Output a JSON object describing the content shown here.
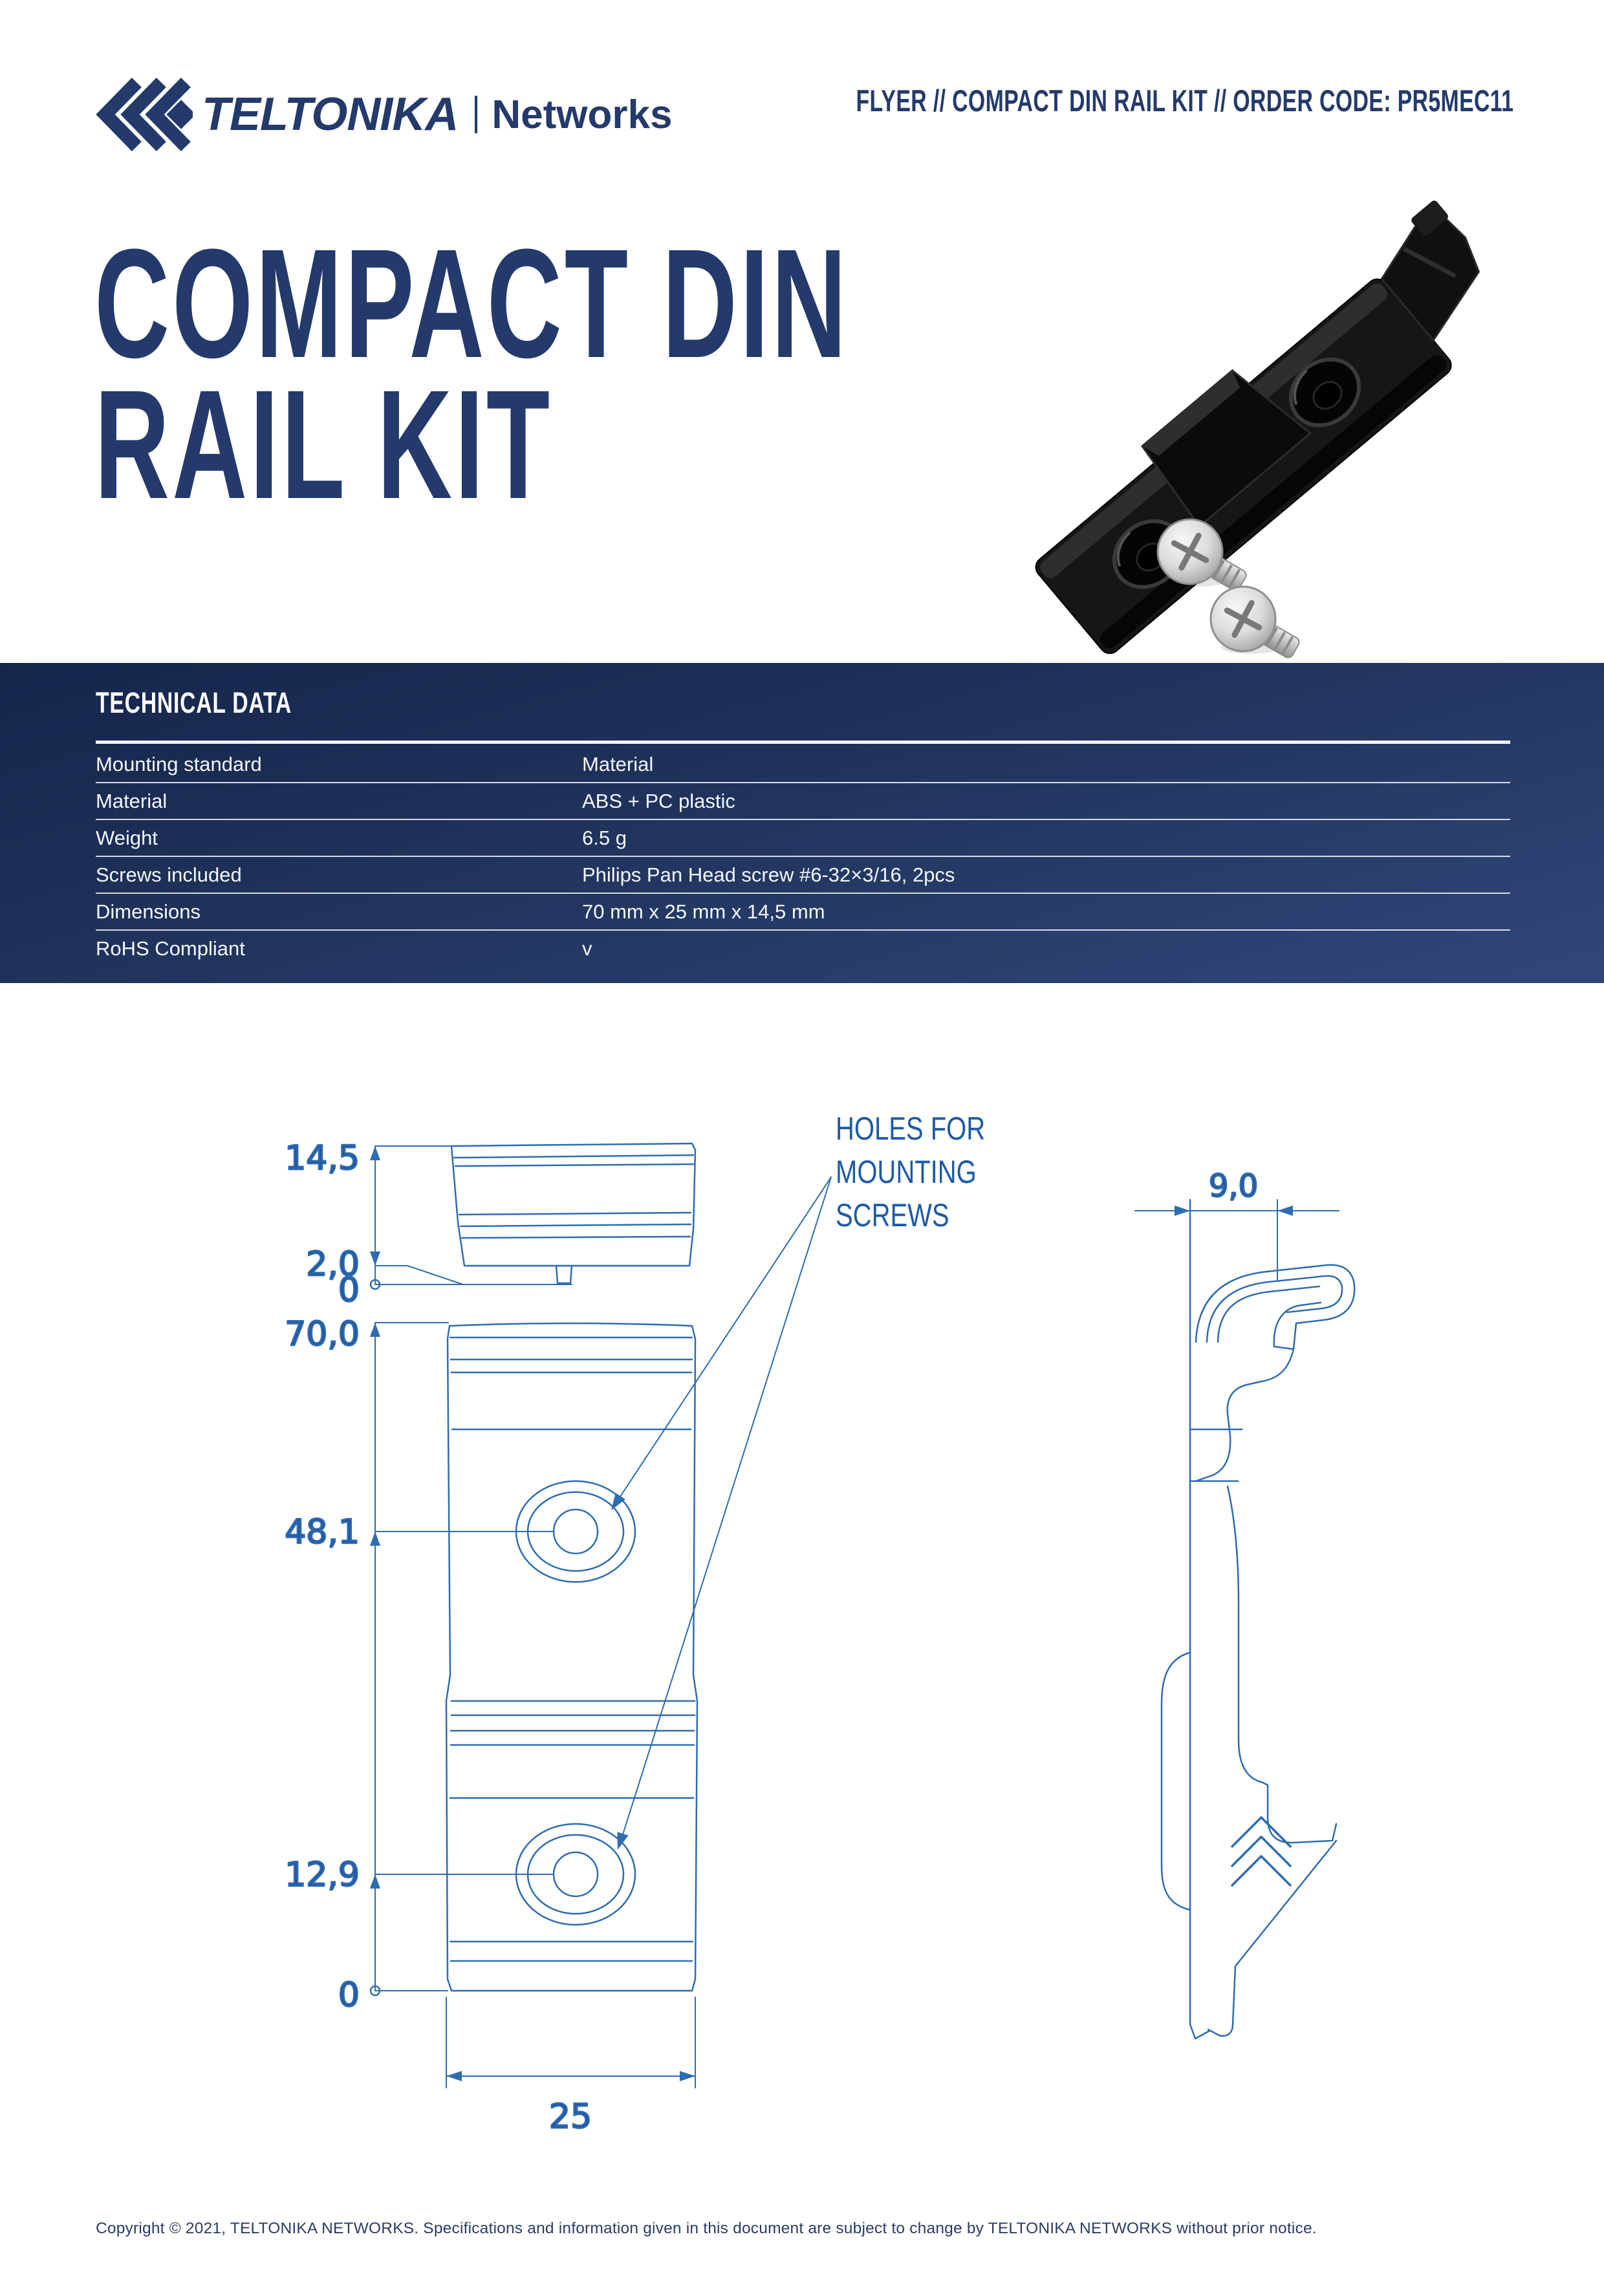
{
  "header": {
    "brand": {
      "name": "TELTONIKA",
      "separator": "|",
      "division": "Networks"
    },
    "doc_label": "FLYER // COMPACT DIN RAIL KIT // ORDER CODE: PR5MEC11"
  },
  "hero": {
    "title_line1": "COMPACT DIN",
    "title_line2": "RAIL KIT",
    "product_image": "black-din-rail-clip-with-two-silver-screws"
  },
  "technical": {
    "heading": "TECHNICAL DATA",
    "rows": [
      {
        "label": "Mounting standard",
        "value": "Material"
      },
      {
        "label": "Material",
        "value": "ABS + PC plastic"
      },
      {
        "label": "Weight",
        "value": "6.5 g"
      },
      {
        "label": "Screws included",
        "value": "Philips Pan Head screw #6-32×3/16, 2pcs"
      },
      {
        "label": "Dimensions",
        "value": "70 mm x 25 mm x 14,5 mm"
      },
      {
        "label": "RoHS Compliant",
        "value": "v"
      }
    ]
  },
  "drawings": {
    "annotation": "HOLES FOR MOUNTING SCREWS",
    "side_view": {
      "dim_top": "14,5",
      "dim_mid": "2,0",
      "dim_zero": "0"
    },
    "front_view": {
      "dim_top": "70,0",
      "dim_hole1": "48,1",
      "dim_hole2": "12,9",
      "dim_zero": "0",
      "dim_width": "25"
    },
    "profile_view": {
      "dim_width": "9,0"
    },
    "colors": {
      "line": "#2e6cb0",
      "text": "#2456a4"
    }
  },
  "footer": {
    "copyright": "Copyright © 2021, TELTONIKA NETWORKS. Specifications and information given in this document are subject to change by TELTONIKA NETWORKS without prior notice."
  },
  "colors": {
    "brand_navy": "#243a6b",
    "band_top": "#16254c",
    "band_bottom": "#31477a",
    "drawing_blue": "#2e6cb0"
  }
}
